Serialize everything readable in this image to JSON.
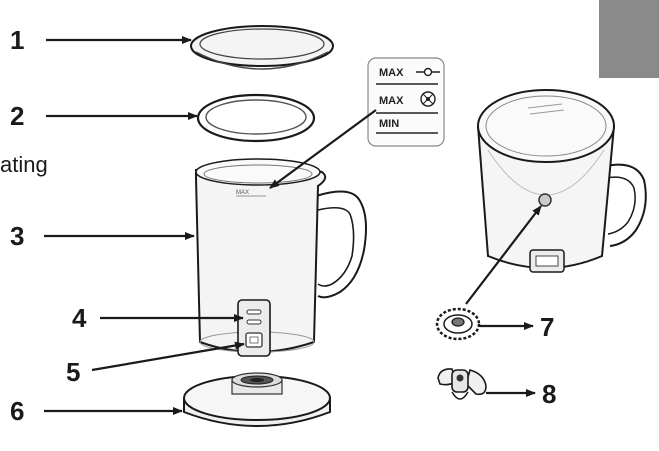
{
  "callouts": [
    "1",
    "2",
    "3",
    "4",
    "5",
    "6",
    "7",
    "8"
  ],
  "cropped_word": "ating",
  "level_labels": {
    "max_milk": "MAX",
    "max_froth": "MAX",
    "min": "MIN"
  },
  "jug_mark": "MAX",
  "colors": {
    "line": "#1a1a1a",
    "corner_block": "#8a8a8a",
    "body_fill": "#f4f4f4"
  }
}
